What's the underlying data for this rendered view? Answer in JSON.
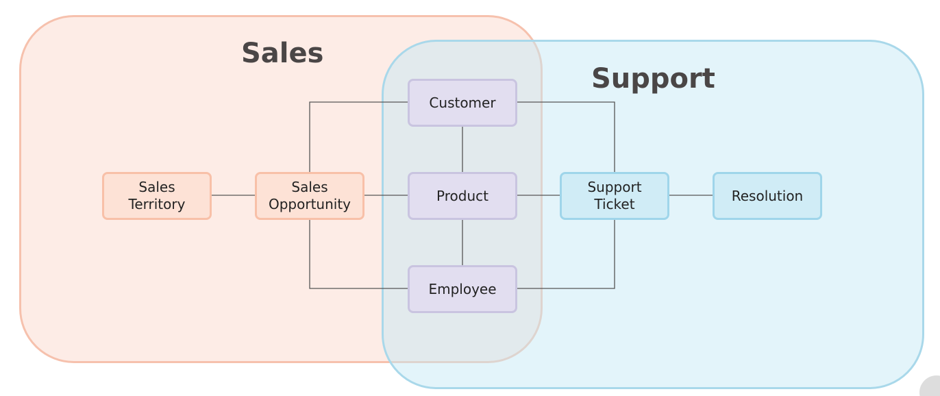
{
  "contexts": {
    "sales": {
      "title": "Sales"
    },
    "support": {
      "title": "Support"
    }
  },
  "entities": {
    "sales_territory": {
      "label": "Sales\nTerritory"
    },
    "sales_opportunity": {
      "label": "Sales\nOpportunity"
    },
    "customer": {
      "label": "Customer"
    },
    "product": {
      "label": "Product"
    },
    "employee": {
      "label": "Employee"
    },
    "support_ticket": {
      "label": "Support\nTicket"
    },
    "resolution": {
      "label": "Resolution"
    }
  },
  "colors": {
    "sales_fill": "#fde2d6",
    "sales_border": "#f6c1ad",
    "support_fill": "#d0ecf6",
    "support_border": "#a9d8ea",
    "shared_fill": "#e2def0",
    "shared_border": "#c9c4e0",
    "connector": "#555555"
  }
}
